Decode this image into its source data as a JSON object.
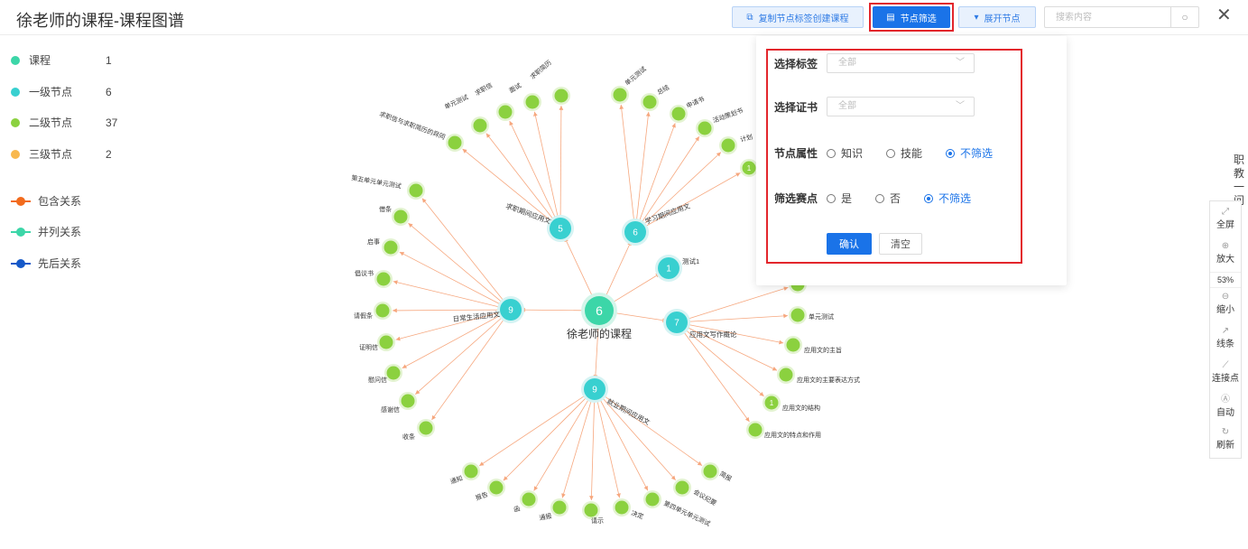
{
  "header": {
    "title": "徐老师的课程-课程图谱",
    "copy_button": "复制节点标签创建课程",
    "filter_button": "节点筛选",
    "expand_button": "展开节点",
    "search_placeholder": "搜索内容"
  },
  "legend": {
    "nodes": [
      {
        "label": "课程",
        "count": "1",
        "color": "#3cd6a8"
      },
      {
        "label": "一级节点",
        "count": "6",
        "color": "#38d0d0"
      },
      {
        "label": "二级节点",
        "count": "37",
        "color": "#8bd13f"
      },
      {
        "label": "三级节点",
        "count": "2",
        "color": "#f8b84e"
      }
    ],
    "relations": [
      {
        "label": "包含关系",
        "color": "#f26b1d"
      },
      {
        "label": "并列关系",
        "color": "#3cd6a8"
      },
      {
        "label": "先后关系",
        "color": "#1558c8"
      }
    ]
  },
  "graph": {
    "root": {
      "label": "徐老师的课程",
      "count": "6"
    },
    "level1": [
      {
        "id": "qz",
        "label": "求职期间应用文",
        "count": "5"
      },
      {
        "id": "xx",
        "label": "学习期间应用文",
        "count": "6"
      },
      {
        "id": "cs",
        "label": "测试1",
        "count": "1"
      },
      {
        "id": "rc",
        "label": "日常生活应用文",
        "count": "9"
      },
      {
        "id": "yy",
        "label": "应用文写作概论",
        "count": "7"
      },
      {
        "id": "jy",
        "label": "就业期间应用文",
        "count": "9"
      }
    ],
    "leaves": {
      "qz": [
        "求职信与求职简历的异同",
        "单元测试",
        "求职信",
        "面试",
        "求职简历"
      ],
      "xx": [
        "单元测试",
        "总结",
        "申请书",
        "活动策划书",
        "计划",
        ""
      ],
      "rc": [
        "第五单元单元测试",
        "借条",
        "启事",
        "倡议书",
        "请假条",
        "证明信",
        "慰问信",
        "感谢信",
        "收条"
      ],
      "yy": [
        "",
        "单元测试",
        "应用文的主旨",
        "应用文的主要表达方式",
        "应用文的结构",
        "应用文的特点和作用"
      ],
      "jy": [
        "通知",
        "报告",
        "函",
        "通报",
        "请示",
        "决定",
        "第四单元单元测试",
        "会议纪要",
        "简报"
      ]
    },
    "leaf_badges": [
      {
        "parent": "xx",
        "index": 5,
        "count": "1"
      },
      {
        "parent": "yy",
        "index": 4,
        "count": "1"
      }
    ],
    "colors": {
      "root": "#3cd6a8",
      "level1": "#38d0d0",
      "leaf": "#8bd13f",
      "edge": "#f6a77e"
    }
  },
  "filter_panel": {
    "tag_label": "选择标签",
    "tag_value": "全部",
    "cert_label": "选择证书",
    "cert_value": "全部",
    "attr_label": "节点属性",
    "attr_options": [
      "知识",
      "技能",
      "不筛选"
    ],
    "attr_selected": "不筛选",
    "race_label": "筛选赛点",
    "race_options": [
      "是",
      "否",
      "不筛选"
    ],
    "race_selected": "不筛选",
    "confirm": "确认",
    "clear": "清空"
  },
  "side_text": "职教一问",
  "toolbar": {
    "fullscreen": "全屏",
    "zoom_in": "放大",
    "zoom_level": "53%",
    "zoom_out": "缩小",
    "line": "线条",
    "connect": "连接点",
    "auto": "自动",
    "refresh": "刷新"
  }
}
